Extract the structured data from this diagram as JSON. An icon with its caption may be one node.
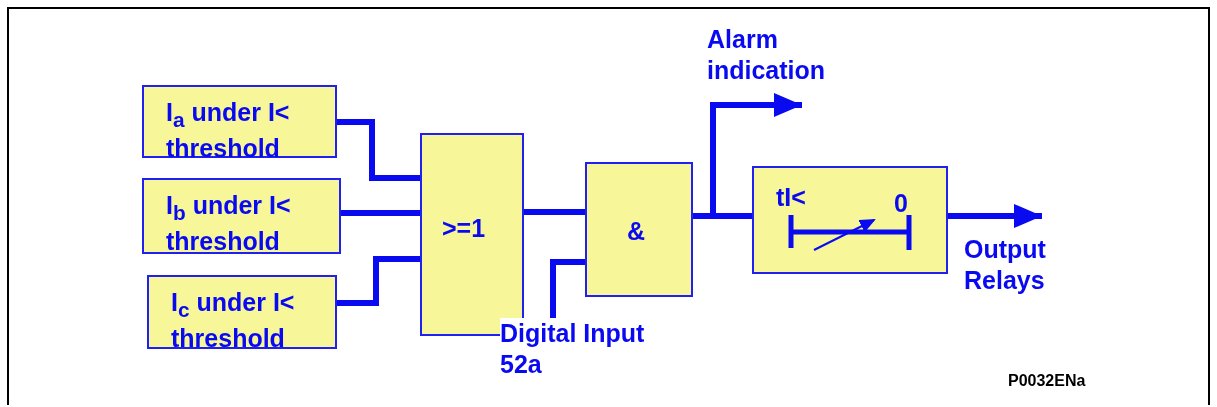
{
  "diagram": {
    "nodes": [
      {
        "text": [
          "I$_{a}$ under I< threshold"
        ]
      },
      {
        "text": [
          "I$_{b}$ under I< threshold"
        ]
      },
      {
        "text": [
          "I$_{c}$ under I< threshold"
        ]
      },
      {
        "text": [
          ">=1"
        ]
      },
      {
        "text": [
          "&"
        ]
      },
      {
        "text": [
          "tI<",
          "0"
        ]
      }
    ],
    "edges": [
      {
        "from": 0,
        "to": 3,
        "arrow": "none"
      },
      {
        "from": 1,
        "to": 3,
        "arrow": "none"
      },
      {
        "from": 2,
        "to": 3,
        "arrow": "none"
      },
      {
        "from": 3,
        "to": 4,
        "arrow": "none"
      },
      {
        "from": null,
        "to": 4,
        "arrow": "none",
        "label": "Digital Input 52a"
      },
      {
        "from": 4,
        "to": 5,
        "arrow": "none"
      },
      {
        "from": 4,
        "to": null,
        "arrow": "to",
        "label": "Alarm indication"
      },
      {
        "from": 5,
        "to": null,
        "arrow": "to",
        "label": "Output Relays"
      }
    ],
    "labels": [
      "P0032ENa"
    ]
  }
}
